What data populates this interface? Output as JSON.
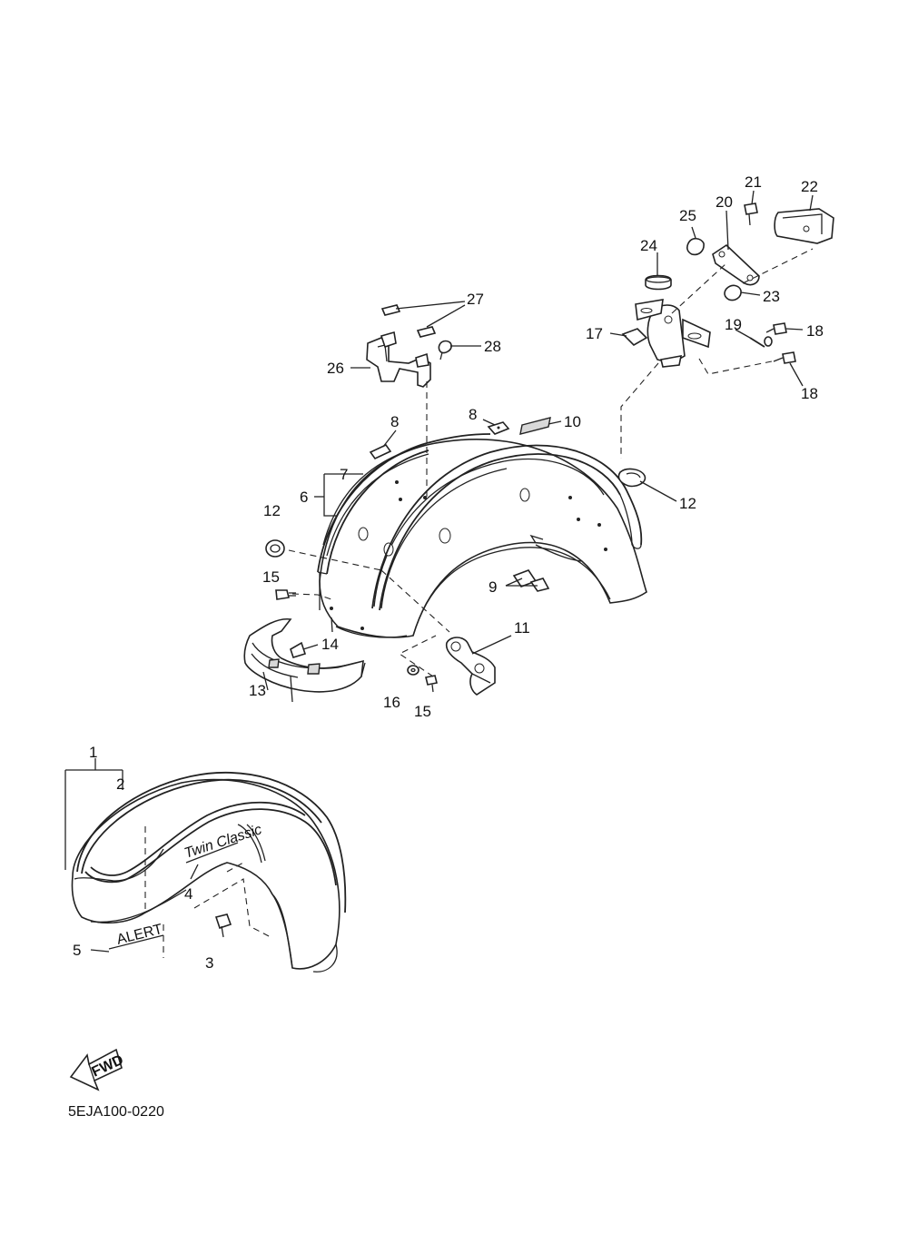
{
  "callouts": [
    "1",
    "2",
    "3",
    "4",
    "5",
    "6",
    "7",
    "8",
    "8",
    "9",
    "10",
    "11",
    "12",
    "12",
    "13",
    "14",
    "15",
    "15",
    "16",
    "17",
    "18",
    "18",
    "19",
    "20",
    "21",
    "22",
    "23",
    "24",
    "25",
    "26",
    "27",
    "28"
  ],
  "fwd_label": "FWD",
  "emblem_text": "Twin Classic",
  "decal_text": "ALERT",
  "diagram_code": "5EJA100-0220"
}
